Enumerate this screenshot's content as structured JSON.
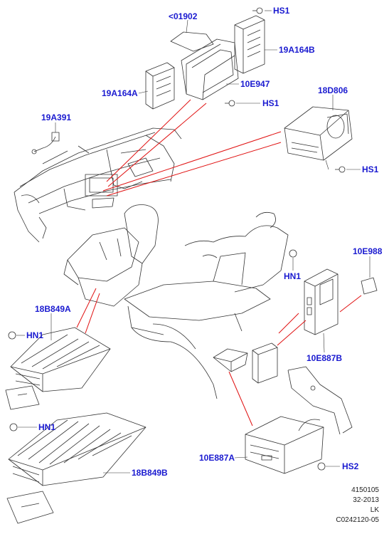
{
  "callouts": {
    "c01902": "<01902",
    "hs1_top": "HS1",
    "c19a164b": "19A164B",
    "c19a164a": "19A164A",
    "c10e947": "10E947",
    "hs1_mid": "HS1",
    "c18d806": "18D806",
    "c19a391": "19A391",
    "hs1_right": "HS1",
    "c10e988": "10E988",
    "hn1_right": "HN1",
    "c18b849a": "18B849A",
    "hn1_left": "HN1",
    "c10e887b": "10E887B",
    "hn1_lower": "HN1",
    "c18b849b": "18B849B",
    "c10e887a": "10E887A",
    "hs2": "HS2"
  },
  "footer": {
    "line1": "4150105",
    "line2": "32-2013",
    "line3": "LK",
    "line4": "C0242120-05"
  },
  "colors": {
    "callout_text": "#1a1ad0",
    "leader_line": "#e01010",
    "drawing": "#333333"
  }
}
